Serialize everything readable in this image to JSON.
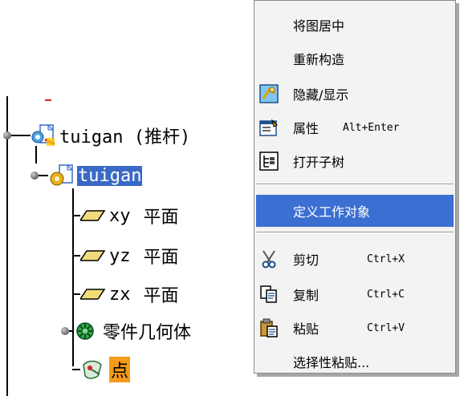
{
  "tree": {
    "root_label": "tuigan (推杆)",
    "part_label": "tuigan",
    "items": [
      {
        "name": "xy",
        "suffix": "平面"
      },
      {
        "name": "yz",
        "suffix": "平面"
      },
      {
        "name": "zx",
        "suffix": "平面"
      }
    ],
    "body_label": "零件几何体",
    "point_label": "点"
  },
  "menu": {
    "center_graph": "将图居中",
    "rebuild": "重新构造",
    "hide_show": "隐藏/显示",
    "properties": "属性",
    "properties_shortcut": "Alt+Enter",
    "open_subtree": "打开子树",
    "define_work_object": "定义工作对象",
    "cut": "剪切",
    "cut_shortcut": "Ctrl+X",
    "copy": "复制",
    "copy_shortcut": "Ctrl+C",
    "paste": "粘贴",
    "paste_shortcut": "Ctrl+V",
    "paste_special": "选择性粘贴..."
  },
  "colors": {
    "selection": "#3c6fd2",
    "point_highlight": "#f59a1a"
  }
}
